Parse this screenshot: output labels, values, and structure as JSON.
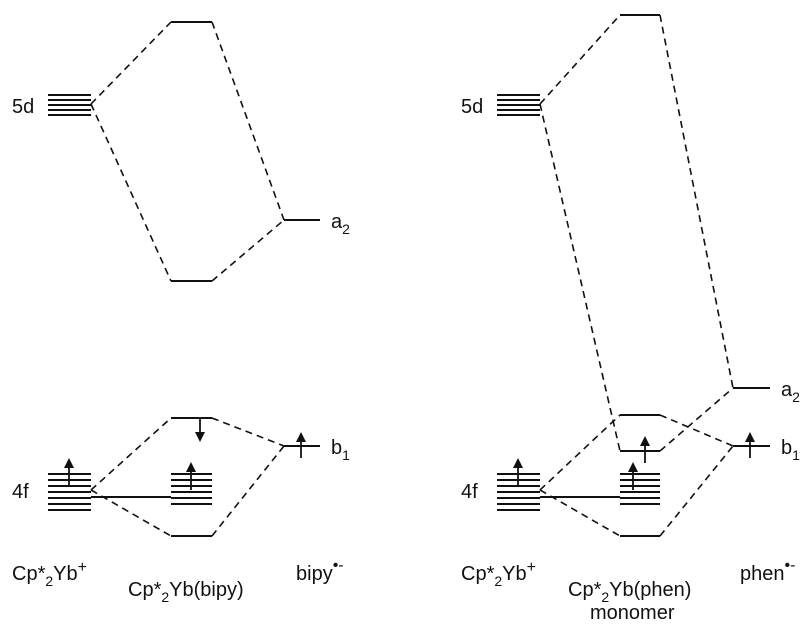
{
  "left_diagram": {
    "label_5d": "5d",
    "label_4f": "4f",
    "label_a2_main": "a",
    "label_a2_sub": "2",
    "label_b1_main": "b",
    "label_b1_sub": "1",
    "caption_metal": {
      "p1": "Cp*",
      "sub": "2",
      "p2": "Yb",
      "sup": "+"
    },
    "caption_complex": {
      "p1": "Cp*",
      "sub": "2",
      "p2": "Yb(bipy)"
    },
    "caption_ligand": {
      "p1": "bipy",
      "sup": "•-"
    }
  },
  "right_diagram": {
    "label_5d": "5d",
    "label_4f": "4f",
    "label_a2_main": "a",
    "label_a2_sub": "2",
    "label_b1_main": "b",
    "label_b1_sub": "1",
    "caption_metal": {
      "p1": "Cp*",
      "sub": "2",
      "p2": "Yb",
      "sup": "+"
    },
    "caption_complex": {
      "p1": "Cp*",
      "sub": "2",
      "p2": "Yb(phen)",
      "line2": "monomer"
    },
    "caption_ligand": {
      "p1": "phen",
      "sup": "•-"
    }
  }
}
